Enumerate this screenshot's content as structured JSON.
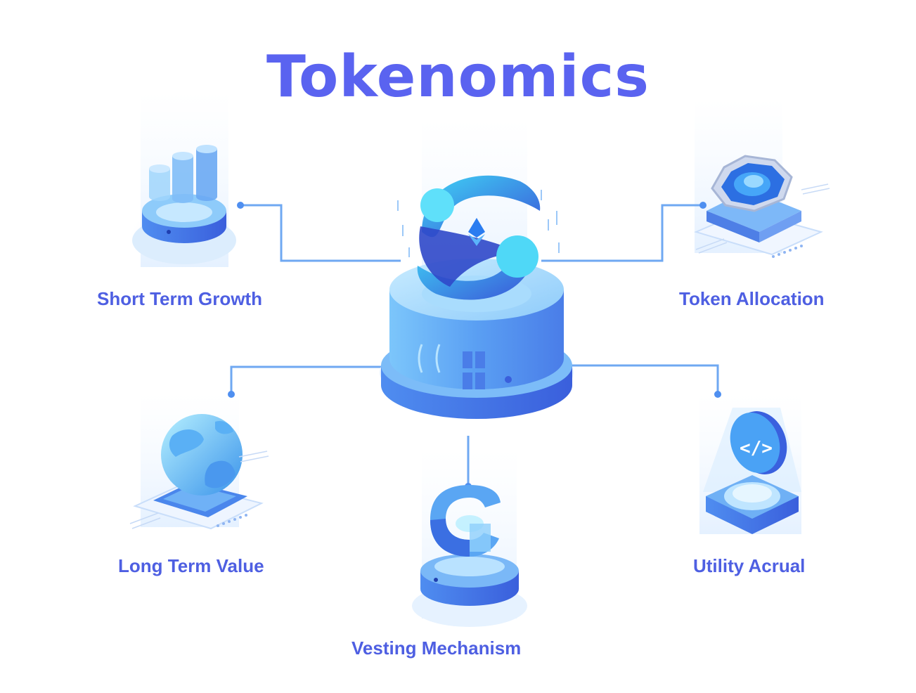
{
  "diagram": {
    "title": "Tokenomics",
    "center_icon": "ethereum-diamond-icon",
    "nodes": [
      {
        "label": "Short Term Growth",
        "icon": "bar-chart-cylinders-icon"
      },
      {
        "label": "Token Allocation",
        "icon": "hexagon-chip-icon"
      },
      {
        "label": "Long Term Value",
        "icon": "globe-icon"
      },
      {
        "label": "Vesting Mechanism",
        "icon": "vesting-ring-icon"
      },
      {
        "label": "Utility Acrual",
        "icon": "code-coin-icon"
      }
    ],
    "colors": {
      "title": "#5a63f0",
      "label": "#4e5fe2",
      "connector": "#6fa8f2",
      "accent_dark": "#3f6ee8",
      "accent_light": "#8fd3fb"
    }
  }
}
